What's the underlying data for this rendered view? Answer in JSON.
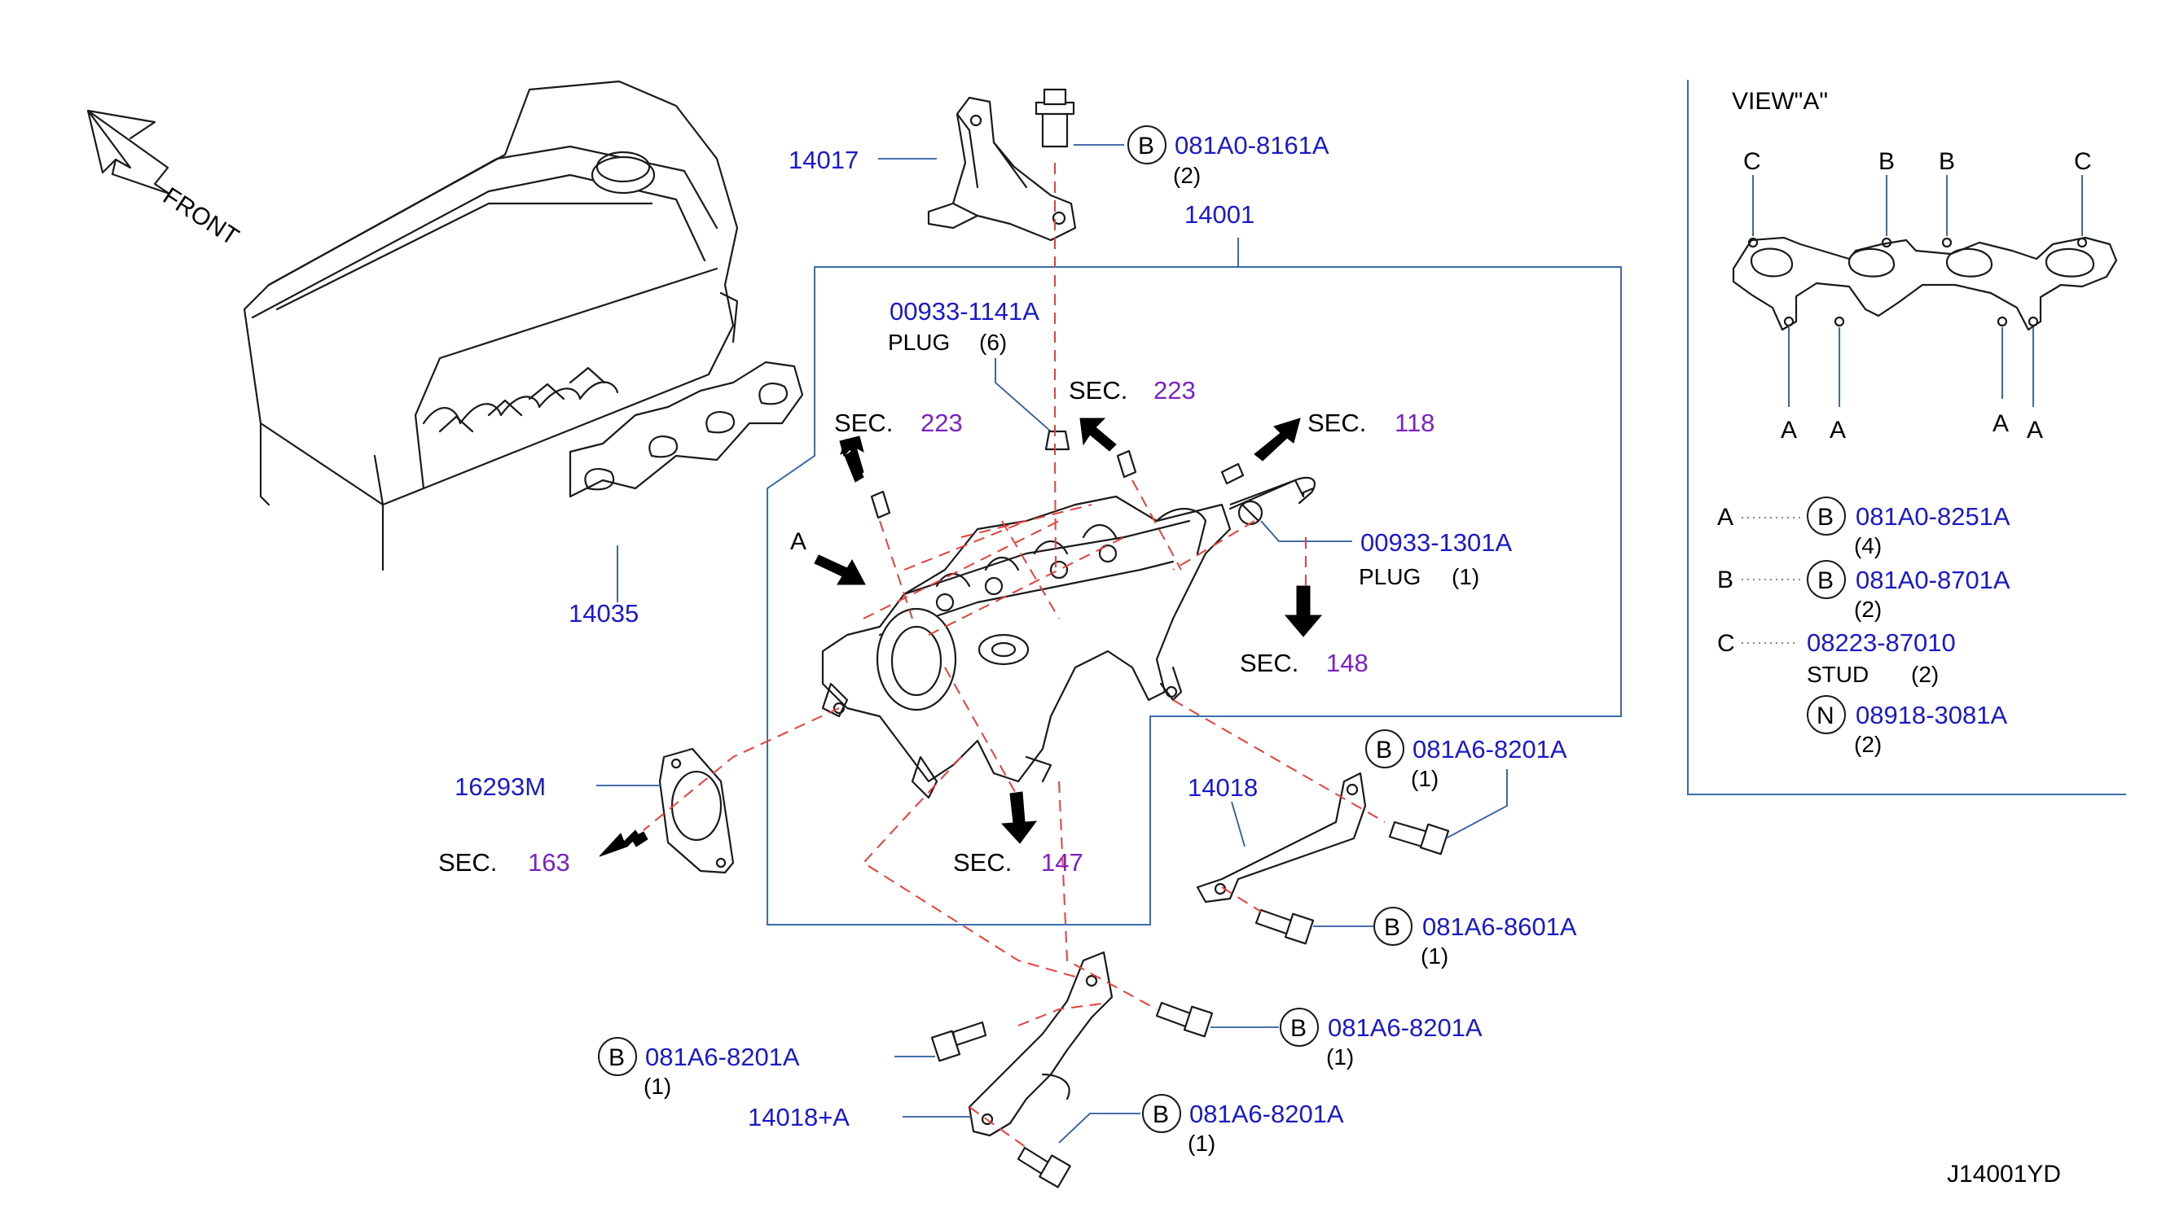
{
  "diagram": {
    "front_label": "FRONT",
    "view_a_title": "VIEW\"A\"",
    "view_letter_A": "A",
    "diagram_code": "J14001YD"
  },
  "parts": {
    "p14017": "14017",
    "p14001": "14001",
    "p14035": "14035",
    "p16293m": "16293M",
    "p14018": "14018",
    "p14018a": "14018+A",
    "plug1": {
      "pn": "00933-1141A",
      "name": "PLUG",
      "qty": "(6)"
    },
    "plug2": {
      "pn": "00933-1301A",
      "name": "PLUG",
      "qty": "(1)"
    },
    "bolt_top": {
      "type": "B",
      "pn": "081A0-8161A",
      "qty": "(2)"
    },
    "bolt_r1": {
      "type": "B",
      "pn": "081A6-8201A",
      "qty": "(1)"
    },
    "bolt_r2": {
      "type": "B",
      "pn": "081A6-8601A",
      "qty": "(1)"
    },
    "bolt_r3": {
      "type": "B",
      "pn": "081A6-8201A",
      "qty": "(1)"
    },
    "bolt_l1": {
      "type": "B",
      "pn": "081A6-8201A",
      "qty": "(1)"
    },
    "bolt_b1": {
      "type": "B",
      "pn": "081A6-8201A",
      "qty": "(1)"
    }
  },
  "sections": {
    "sec_label": "SEC.",
    "s223a": "223",
    "s223b": "223",
    "s118": "118",
    "s148": "148",
    "s147": "147",
    "s163": "163"
  },
  "view_a": {
    "c_left": "C",
    "b_left": "B",
    "b_right": "B",
    "c_right": "C",
    "a1": "A",
    "a2": "A",
    "a3": "A",
    "a4": "A"
  },
  "legend": [
    {
      "key": "A",
      "type": "B",
      "pn": "081A0-8251A",
      "qty": "(4)",
      "name": ""
    },
    {
      "key": "B",
      "type": "B",
      "pn": "081A0-8701A",
      "qty": "(2)",
      "name": ""
    },
    {
      "key": "C",
      "type": "",
      "pn": "08223-87010",
      "qty": "(2)",
      "name": "STUD"
    },
    {
      "key": "",
      "type": "N",
      "pn": "08918-3081A",
      "qty": "(2)",
      "name": ""
    }
  ]
}
